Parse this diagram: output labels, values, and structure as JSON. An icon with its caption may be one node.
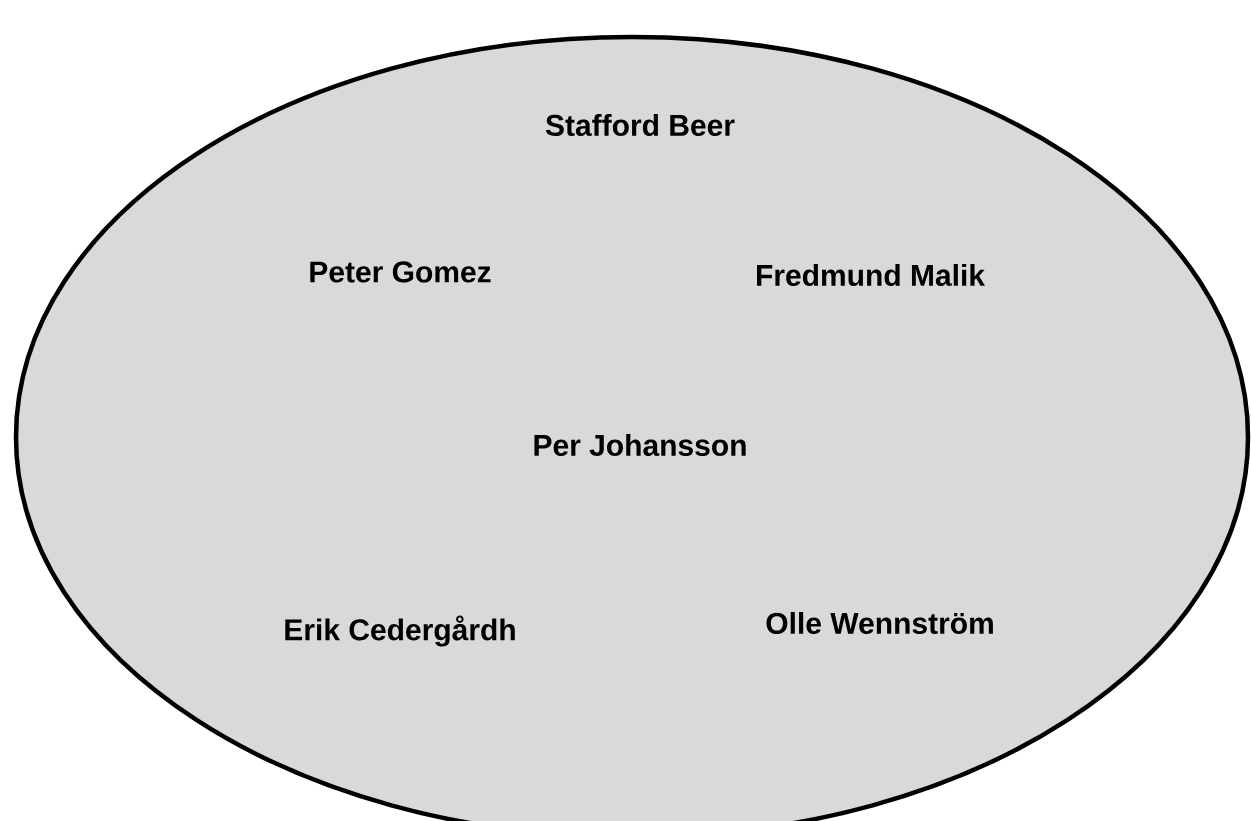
{
  "diagram": {
    "nodes": [
      {
        "text": [
          "Stafford Beer",
          "Peter Gomez",
          "Fredmund Malik",
          "Per Johansson",
          "Erik Cedergårdh",
          "Olle Wennström"
        ]
      }
    ]
  }
}
